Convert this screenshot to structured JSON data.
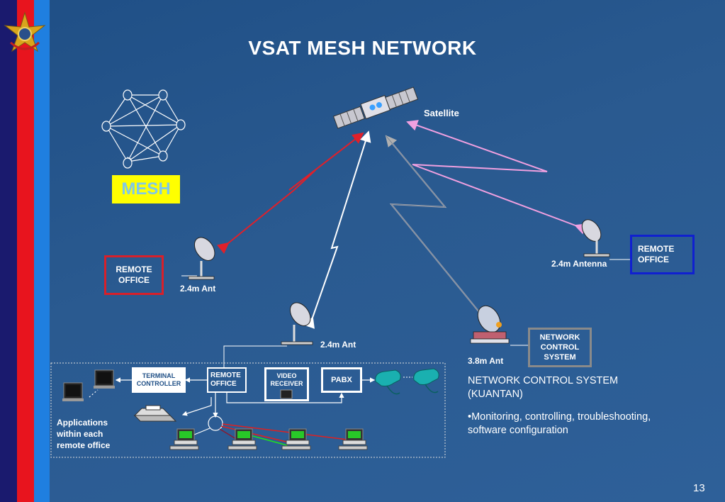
{
  "title": "VSAT MESH NETWORK",
  "satellite_label": "Satellite",
  "mesh_label": "MESH",
  "left_office": {
    "label": "REMOTE\nOFFICE",
    "antenna": "2.4m Ant"
  },
  "right_office": {
    "label": "REMOTE\nOFFICE",
    "antenna": "2.4m Antenna"
  },
  "center_antenna": "2.4m Ant",
  "ncs_antenna": "3.8m Ant",
  "ncs_box": "NETWORK\nCONTROL\nSYSTEM",
  "lan": {
    "terminal_controller": "TERMINAL\nCONTROLLER",
    "remote_office": "REMOTE\nOFFICE",
    "video_receiver": "VIDEO\nRECEIVER",
    "pabx": "PABX",
    "applications": "Applications\nwithin each\nremote office"
  },
  "ncs_heading": "NETWORK CONTROL SYSTEM\n(KUANTAN)",
  "ncs_bullet": "•Monitoring, controlling, troubleshooting,\nsoftware configuration",
  "page_number": "13",
  "colors": {
    "accent_red": "#d8202a",
    "accent_blue": "#1020d0",
    "mesh_yellow": "#ffff00",
    "mesh_text": "#7fc8e8"
  }
}
